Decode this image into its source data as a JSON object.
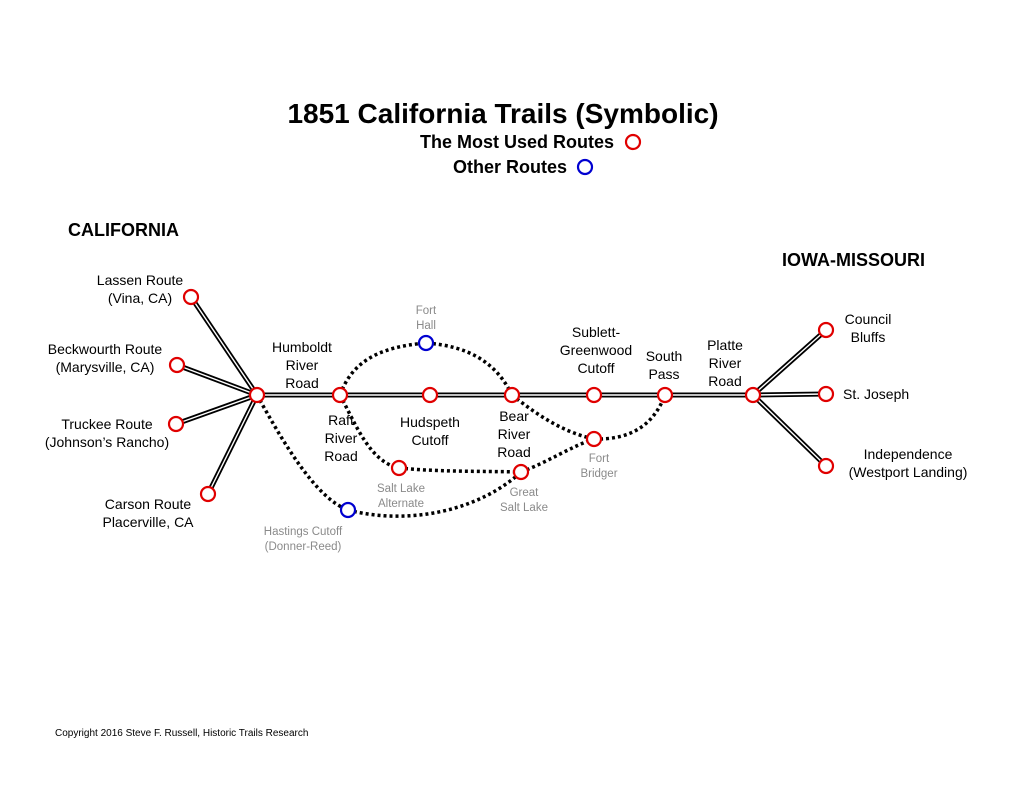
{
  "title": "1851 California Trails",
  "title_suffix": "(Symbolic)",
  "legend": {
    "most_used": "The Most Used Routes",
    "other": "Other Routes",
    "most_used_color": "#e00000",
    "other_color": "#0000d0"
  },
  "regions": {
    "california": "CALIFORNIA",
    "iowa_missouri": "IOWA-MISSOURI"
  },
  "labels": {
    "lassen_1": "Lassen Route",
    "lassen_2": "(Vina, CA)",
    "beckwourth_1": "Beckwourth Route",
    "beckwourth_2": "(Marysville, CA)",
    "truckee_1": "Truckee Route",
    "truckee_2": "(Johnson’s Rancho)",
    "carson_1": "Carson Route",
    "carson_2": "Placerville, CA",
    "humboldt_1": "Humboldt",
    "humboldt_2": "River",
    "humboldt_3": "Road",
    "raft_1": "Raft",
    "raft_2": "River",
    "raft_3": "Road",
    "hudspeth_1": "Hudspeth",
    "hudspeth_2": "Cutoff",
    "bear_1": "Bear",
    "bear_2": "River",
    "bear_3": "Road",
    "sublett_1": "Sublett-",
    "sublett_2": "Greenwood",
    "sublett_3": "Cutoff",
    "south_1": "South",
    "south_2": "Pass",
    "platte_1": "Platte",
    "platte_2": "River",
    "platte_3": "Road",
    "council_1": "Council",
    "council_2": "Bluffs",
    "stjoseph": "St. Joseph",
    "independence_1": "Independence",
    "independence_2": "(Westport Landing)"
  },
  "gray_labels": {
    "fort_hall_1": "Fort",
    "fort_hall_2": "Hall",
    "salt_lake_alt_1": "Salt Lake",
    "salt_lake_alt_2": "Alternate",
    "great_salt_lake_1": "Great",
    "great_salt_lake_2": "Salt Lake",
    "fort_bridger_1": "Fort",
    "fort_bridger_2": "Bridger",
    "hastings_1": "Hastings Cutoff",
    "hastings_2": "(Donner-Reed)"
  },
  "copyright": "Copyright 2016  Steve F. Russell, Historic Trails Research"
}
